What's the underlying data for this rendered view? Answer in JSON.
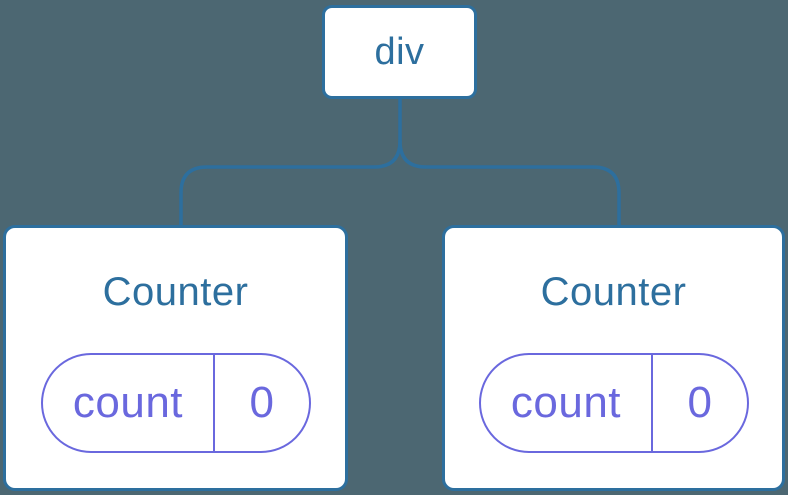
{
  "colors": {
    "bg": "#4C6772",
    "blue": "#2D6F9E",
    "purple": "#6A68DE",
    "card-bg": "#FFFFFF"
  },
  "tree": {
    "root": {
      "label": "div"
    },
    "children": [
      {
        "title": "Counter",
        "state": {
          "key": "count",
          "value": "0"
        }
      },
      {
        "title": "Counter",
        "state": {
          "key": "count",
          "value": "0"
        }
      }
    ]
  }
}
